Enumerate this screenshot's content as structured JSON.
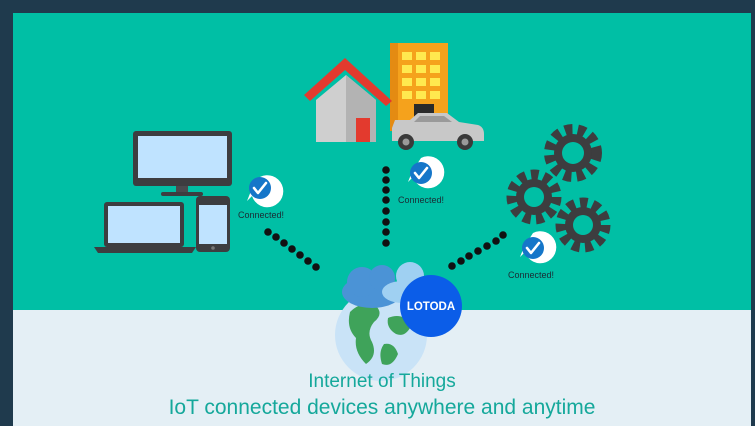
{
  "diagram": {
    "brand": "LOTODA",
    "caption": {
      "title": "Internet of Things",
      "subtitle": "IoT connected devices anywhere and anytime"
    },
    "nodes": [
      {
        "id": "computer-devices",
        "status": "Connected!"
      },
      {
        "id": "home-building-car",
        "status": "Connected!"
      },
      {
        "id": "industrial-gears",
        "status": "Connected!"
      }
    ],
    "hub": "cloud-globe"
  },
  "colors": {
    "teal_background": "#00bfa5",
    "light_panel": "#e4eff5",
    "frame": "#1f3a4d",
    "caption_text": "#15a89b",
    "brand_blue": "#0b5de8",
    "check_badge": "#1576c9",
    "device_dark": "#3d3d40",
    "screen_blue": "#bfe3ff",
    "roof_red": "#e33a2e",
    "building_orange": "#f5a21c",
    "gear_dark": "#3d3d3f",
    "globe_ocean": "#c9e3f7",
    "globe_land": "#3fa35a",
    "cloud_blue": "#4b93d6"
  }
}
